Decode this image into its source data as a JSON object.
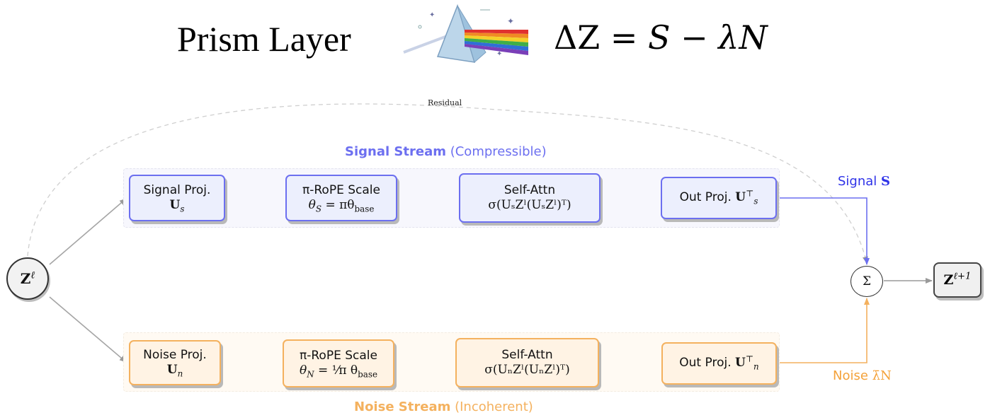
{
  "title": "Prism Layer",
  "equation": {
    "lhs": "ΔZ",
    "op1": "=",
    "s": "S",
    "op2": "−",
    "lambda": "λ",
    "n": "N"
  },
  "prism_image": {
    "icon": "prism-rainbow-icon"
  },
  "residual_label": "Residual",
  "signal_stream": {
    "label_bold": "Signal Stream",
    "label_paren": "(Compressible)",
    "color": "#6c6ff0",
    "boxes": {
      "proj": {
        "line1": "Signal Proj.",
        "math": "U",
        "sub": "s"
      },
      "rope": {
        "line1": "π-RoPE Scale",
        "math_lhs": "θ",
        "math_lhs_sub": "S",
        "math_rhs": " = πθ",
        "math_rhs_sub": "base"
      },
      "attn": {
        "line1": "Self-Attn",
        "formula": "σ(UₛZˡ(UₛZˡ)ᵀ)"
      },
      "out": {
        "label": "Out Proj.",
        "math": "U",
        "sub": "s",
        "sup": "⊤"
      }
    },
    "output_label_text": "Signal",
    "output_label_math": "S",
    "output_color": "#2f33e8"
  },
  "noise_stream": {
    "label_bold": "Noise Stream",
    "label_paren": "(Incoherent)",
    "color": "#f4b15e",
    "boxes": {
      "proj": {
        "line1": "Noise Proj.",
        "math": "U",
        "sub": "n"
      },
      "rope": {
        "line1": "π-RoPE Scale",
        "math_lhs": "θ",
        "math_lhs_sub": "N",
        "math_rhs": " = ¹⁄π θ",
        "math_rhs_sub": "base"
      },
      "attn": {
        "line1": "Self-Attn",
        "formula": "σ(UₙZˡ(UₙZˡ)ᵀ)"
      },
      "out": {
        "label": "Out Proj.",
        "math": "U",
        "sub": "n",
        "sup": "⊤"
      }
    },
    "output_label_text": "Noise",
    "output_label_math": "λ̄N",
    "output_color": "#f4a23a"
  },
  "input_node": {
    "base": "Z",
    "sup": "ℓ"
  },
  "sum_node": {
    "symbol": "Σ"
  },
  "output_node": {
    "base": "Z",
    "sup": "ℓ+1"
  }
}
